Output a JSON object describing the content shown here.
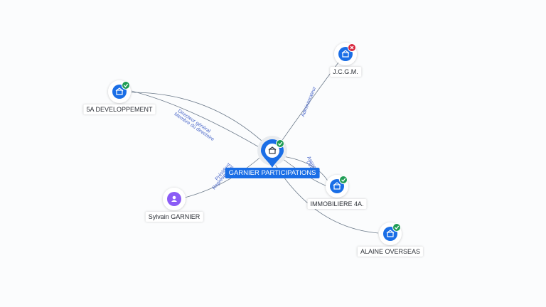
{
  "colors": {
    "company": "#1a6ee6",
    "person": "#8b5cf6",
    "edge": "#6c7a8a",
    "edge_label": "#4a67c9",
    "status_ok": "#1f9d55",
    "status_bad": "#d7263d",
    "main_label_bg": "#1a6ee6"
  },
  "nodes": [
    {
      "id": "main",
      "label": "GARNIER PARTICIPATIONS",
      "type": "company",
      "icon": "building-icon",
      "status": "active",
      "main": true
    },
    {
      "id": "5a",
      "label": "5A DEVELOPPEMENT",
      "type": "company",
      "icon": "building-icon",
      "status": "active"
    },
    {
      "id": "jcgm",
      "label": "J.C.G.M.",
      "type": "company",
      "icon": "building-icon",
      "status": "closed"
    },
    {
      "id": "sylvain",
      "label": "Sylvain GARNIER",
      "type": "person",
      "icon": "person-icon",
      "status": "none"
    },
    {
      "id": "immo",
      "label": "IMMOBILIERE 4A.",
      "type": "company",
      "icon": "building-icon",
      "status": "active"
    },
    {
      "id": "alaine",
      "label": "ALAINE OVERSEAS",
      "type": "company",
      "icon": "building-icon",
      "status": "active"
    }
  ],
  "edges": [
    {
      "from": "5a",
      "to": "main",
      "labels": [
        "Directeur général",
        "Membre du directoire"
      ]
    },
    {
      "from": "5a",
      "to": "immo",
      "labels": []
    },
    {
      "from": "main",
      "to": "jcgm",
      "labels": [
        "Administrateur"
      ]
    },
    {
      "from": "sylvain",
      "to": "main",
      "labels": [
        "Président",
        "Représentant"
      ]
    },
    {
      "from": "main",
      "to": "immo",
      "labels": [
        "Associé",
        "Directeur"
      ]
    },
    {
      "from": "main",
      "to": "alaine",
      "labels": []
    }
  ]
}
